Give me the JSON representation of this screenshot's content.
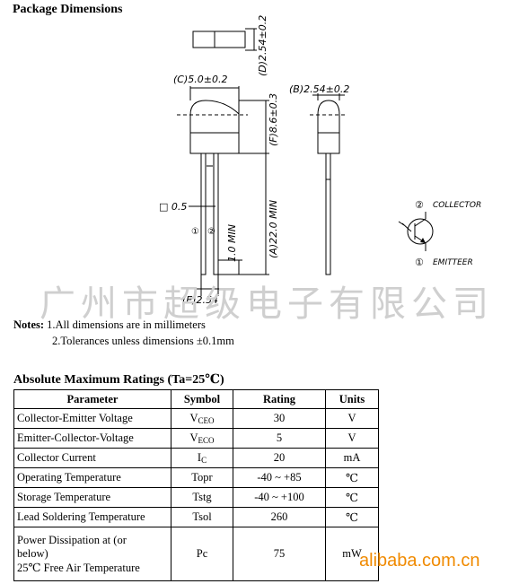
{
  "package": {
    "title": "Package Dimensions",
    "dims": {
      "d": "(D)2.54±0.2",
      "c": "(C)5.0±0.2",
      "b": "(B)2.54±0.2",
      "f": "(F)8.6±0.3",
      "a": "(A)22.0 MIN",
      "e": "(E)2.54",
      "sq": "□ 0.5",
      "one_min": "1.0 MIN"
    },
    "pin_labels": {
      "p1": "①",
      "p2": "②"
    },
    "schematic": {
      "collector_num": "②",
      "collector": "COLLECTOR",
      "emitter_num": "①",
      "emitter": "EMITTEER"
    }
  },
  "watermark": "广州市超级电子有限公司",
  "notes": {
    "label": "Notes:",
    "line1": "1.All dimensions are in millimeters",
    "line2": "2.Tolerances unless dimensions  ±0.1mm"
  },
  "ratings": {
    "title": "Absolute Maximum Ratings (Ta=25℃)",
    "headers": [
      "Parameter",
      "Symbol",
      "Rating",
      "Units"
    ],
    "rows": [
      {
        "param": "Collector-Emitter Voltage",
        "sym_main": "V",
        "sym_sub": "CEO",
        "rating": "30",
        "unit": "V"
      },
      {
        "param": "Emitter-Collector-Voltage",
        "sym_main": "V",
        "sym_sub": "ECO",
        "rating": "5",
        "unit": "V"
      },
      {
        "param": "Collector Current",
        "sym_main": "I",
        "sym_sub": "C",
        "rating": "20",
        "unit": "mA"
      },
      {
        "param": "Operating Temperature",
        "sym_main": "Topr",
        "sym_sub": "",
        "rating": "-40 ~ +85",
        "unit": "℃"
      },
      {
        "param": "Storage Temperature",
        "sym_main": "Tstg",
        "sym_sub": "",
        "rating": "-40 ~ +100",
        "unit": "℃"
      },
      {
        "param": "Lead Soldering Temperature",
        "sym_main": "Tsol",
        "sym_sub": "",
        "rating": "260",
        "unit": "℃"
      }
    ],
    "power": {
      "line1": "Power Dissipation at (or",
      "line2": "below)",
      "line3": "25℃  Free Air Temperature",
      "sym": "Pc",
      "rating": "75",
      "unit": "mW"
    }
  },
  "brand": "alibaba.com.cn"
}
